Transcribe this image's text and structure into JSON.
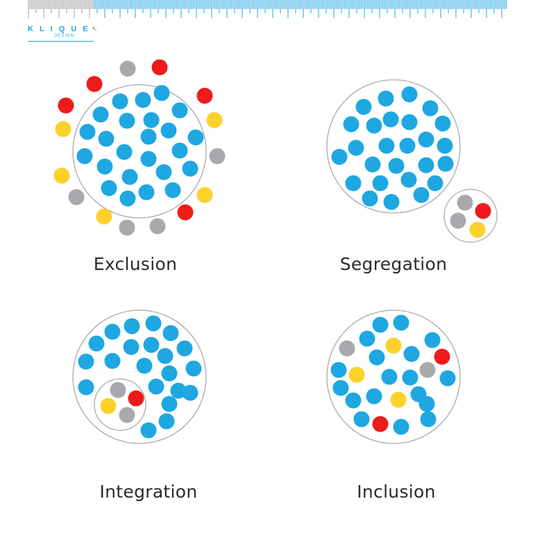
{
  "logo": {
    "word": "KLIQUE",
    "sub": "DESIGN",
    "mark": "↖"
  },
  "colors": {
    "blue": "#1fa7e1",
    "red": "#ee1b1b",
    "yellow": "#fdd12b",
    "gray": "#a7a9ac",
    "ring": "#a7a9ac",
    "ruler_dark": "#9c9c9c",
    "ruler_light": "#1fa7e1"
  },
  "panels": [
    {
      "id": "exclusion",
      "label": "Exclusion"
    },
    {
      "id": "segregation",
      "label": "Segregation"
    },
    {
      "id": "integration",
      "label": "Integration"
    },
    {
      "id": "inclusion",
      "label": "Inclusion"
    }
  ]
}
